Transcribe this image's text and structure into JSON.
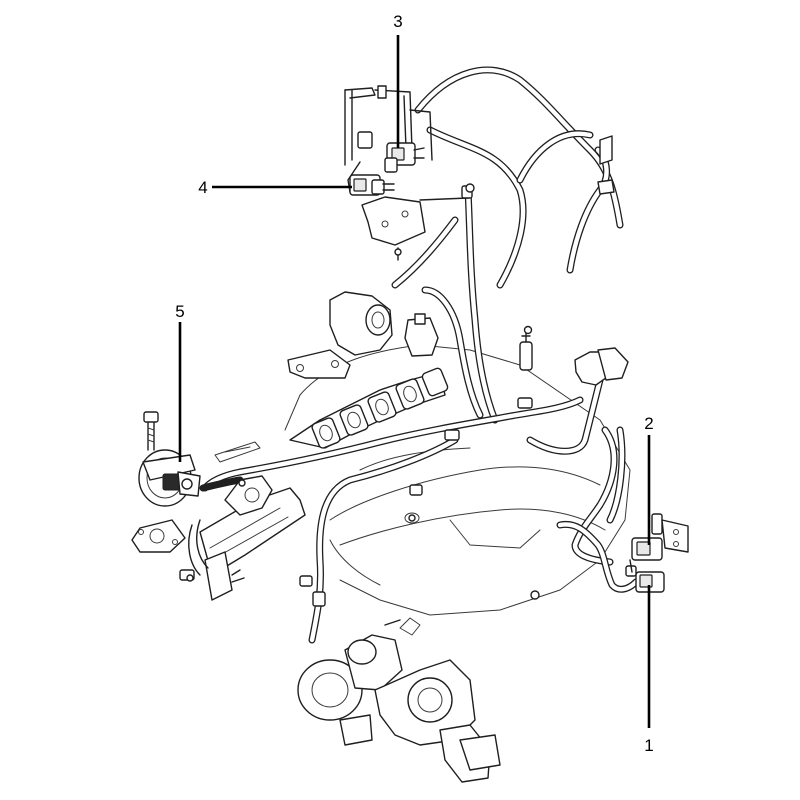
{
  "callouts": [
    {
      "label": "1"
    },
    {
      "label": "2"
    },
    {
      "label": "3"
    },
    {
      "label": "4"
    },
    {
      "label": "5"
    }
  ],
  "colors": {
    "background": "#ffffff",
    "linework": "#1f1f1f",
    "leader": "#000000"
  }
}
